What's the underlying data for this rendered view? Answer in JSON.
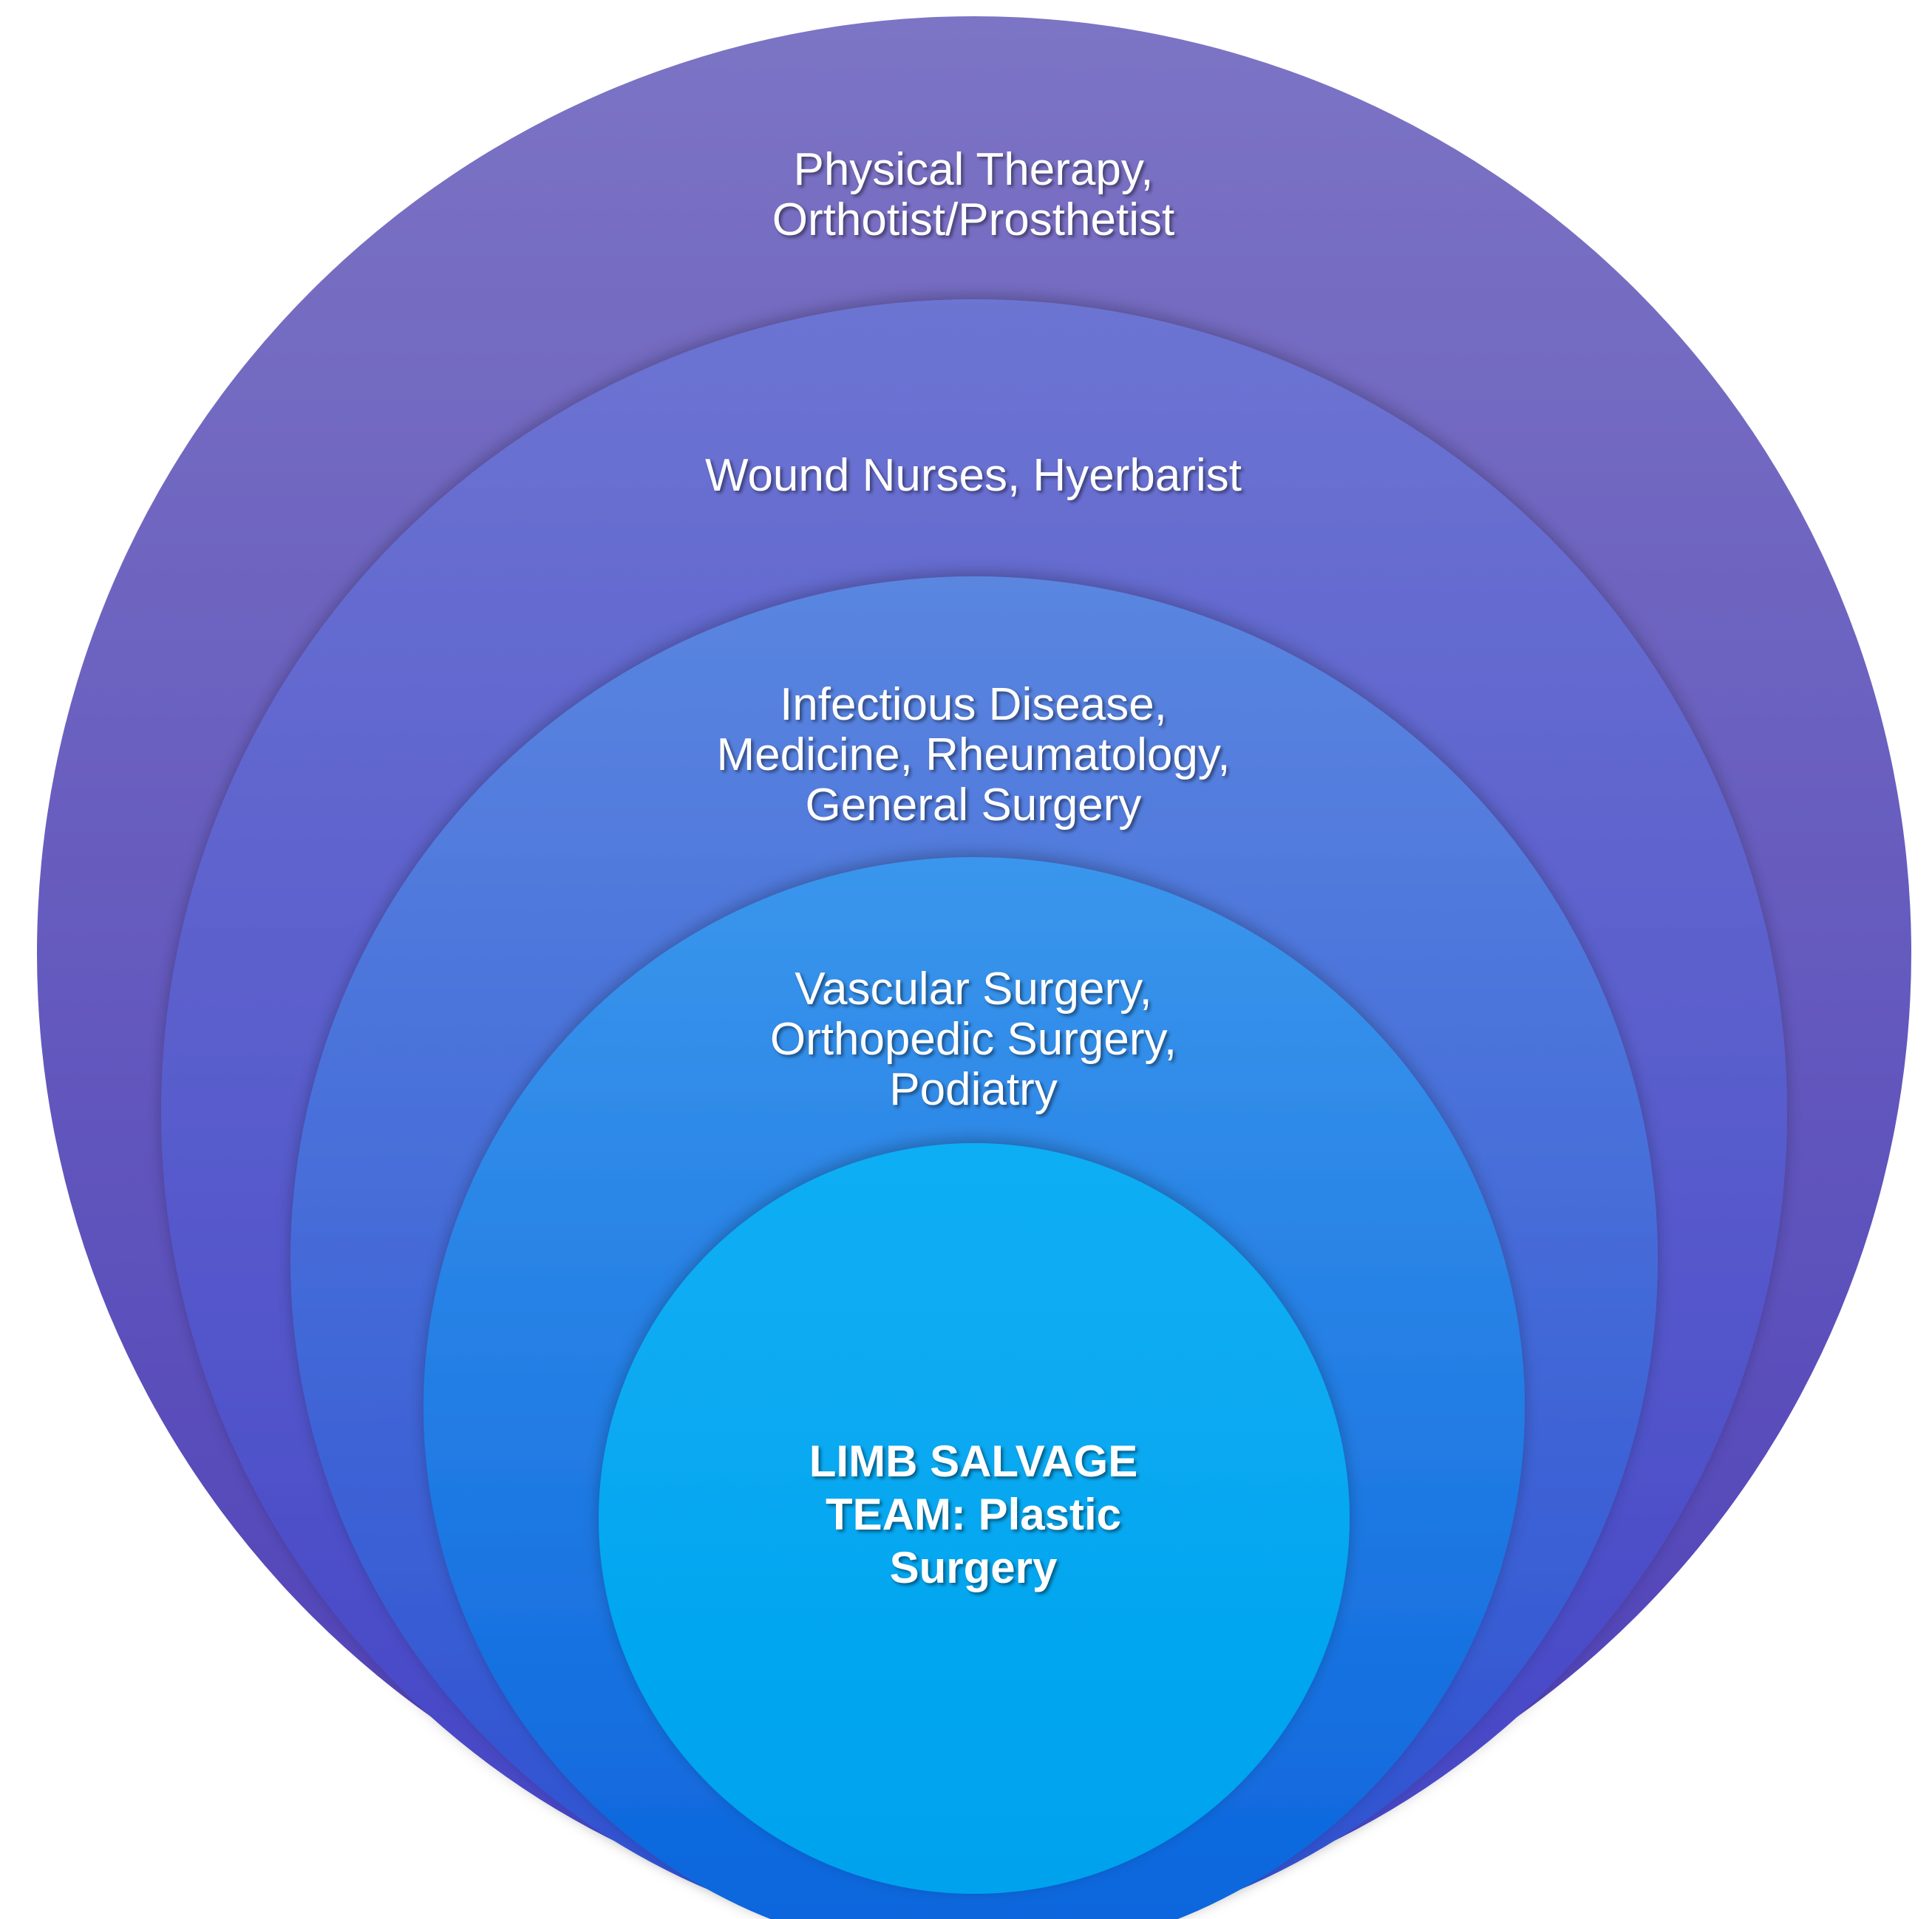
{
  "rings": [
    {
      "label": "Physical Therapy,\nOrthotist/Prosthetist",
      "color_top": "#7c74c4",
      "color_bottom": "#4e40b8",
      "bold": false
    },
    {
      "label": "Wound Nurses, Hyerbarist",
      "color_top": "#6c74d2",
      "color_bottom": "#4444c6",
      "bold": false
    },
    {
      "label": "Infectious Disease,\nMedicine, Rheumatology,\nGeneral Surgery",
      "color_top": "#5a86e0",
      "color_bottom": "#2e4fd0",
      "bold": false
    },
    {
      "label": "Vascular Surgery,\nOrthopedic Surgery,\nPodiatry",
      "color_top": "#3a96ec",
      "color_bottom": "#0b64dc",
      "bold": false
    },
    {
      "label": "LIMB SALVAGE\nTEAM: Plastic\nSurgery",
      "color_top": "#08aef4",
      "color_bottom": "#05a2ee",
      "bold": true
    }
  ]
}
